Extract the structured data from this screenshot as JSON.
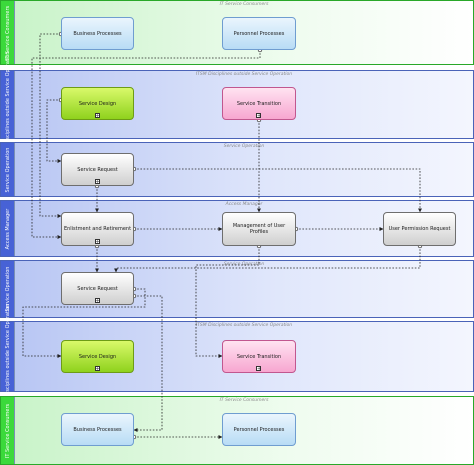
{
  "lanes": [
    {
      "label": "IT Service Consumers",
      "title": "IT Service Consumers"
    },
    {
      "label": "ITSM Disciplines outside Service Operation",
      "title": "ITSM Disciplines outside Service Operation"
    },
    {
      "label": "Service Operation",
      "title": "Service Operation"
    },
    {
      "label": "Access Manager",
      "title": "Access Manager"
    },
    {
      "label": "Service Operation",
      "title": "Service Operation"
    },
    {
      "label": "ITSM Disciplines outside Service Operation",
      "title": "ITSM Disciplines outside Service Operation"
    },
    {
      "label": "IT Service Consumers",
      "title": "IT Service Consumers"
    }
  ],
  "nodes": {
    "business_processes_top": "Business Processes",
    "personnel_processes_top": "Personnel Processes",
    "service_design_top": "Service Design",
    "service_transition_top": "Service Transition",
    "service_request_top": "Service Request",
    "enlistment_retirement": "Enlistment and Retirement",
    "management_user_profiles": "Management of User Profiles",
    "user_permission_request": "User Permission Request",
    "service_request_bottom": "Service Request",
    "service_design_bottom": "Service Design",
    "service_transition_bottom": "Service Transition",
    "business_processes_bottom": "Business Processes",
    "personnel_processes_bottom": "Personnel Processes"
  },
  "expand_marker": "+",
  "colors": {
    "consumer_lane": "#3bd93b",
    "operation_lane": "#4762d6",
    "process_fill": "#b8dcf5",
    "design_fill": "#8fd21d",
    "transition_fill": "#f7a6d0",
    "activity_fill": "#cfcfcf"
  }
}
